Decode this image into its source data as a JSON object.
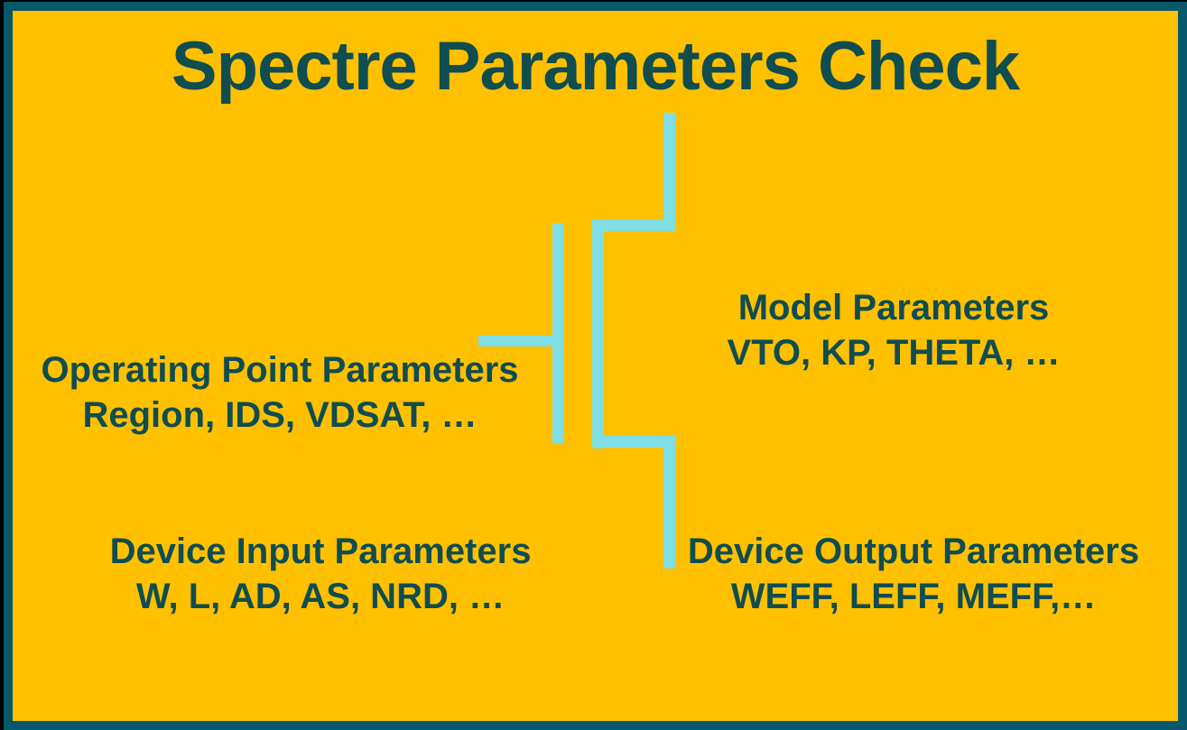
{
  "colors": {
    "background": "#FFC000",
    "border": "#07586B",
    "text": "#0F4D50",
    "symbol": "#7FDEE4"
  },
  "slide": {
    "title": "Spectre Parameters Check",
    "labels": {
      "operating_point": {
        "line1": "Operating Point Parameters",
        "line2": "Region, IDS, VDSAT, …"
      },
      "model": {
        "line1": "Model Parameters",
        "line2": "VTO, KP, THETA, …"
      },
      "device_input": {
        "line1": "Device Input Parameters",
        "line2": "W, L, AD, AS, NRD, …"
      },
      "device_output": {
        "line1": "Device Output Parameters",
        "line2": "WEFF, LEFF, MEFF,…"
      }
    },
    "symbol": "mosfet-transistor"
  }
}
